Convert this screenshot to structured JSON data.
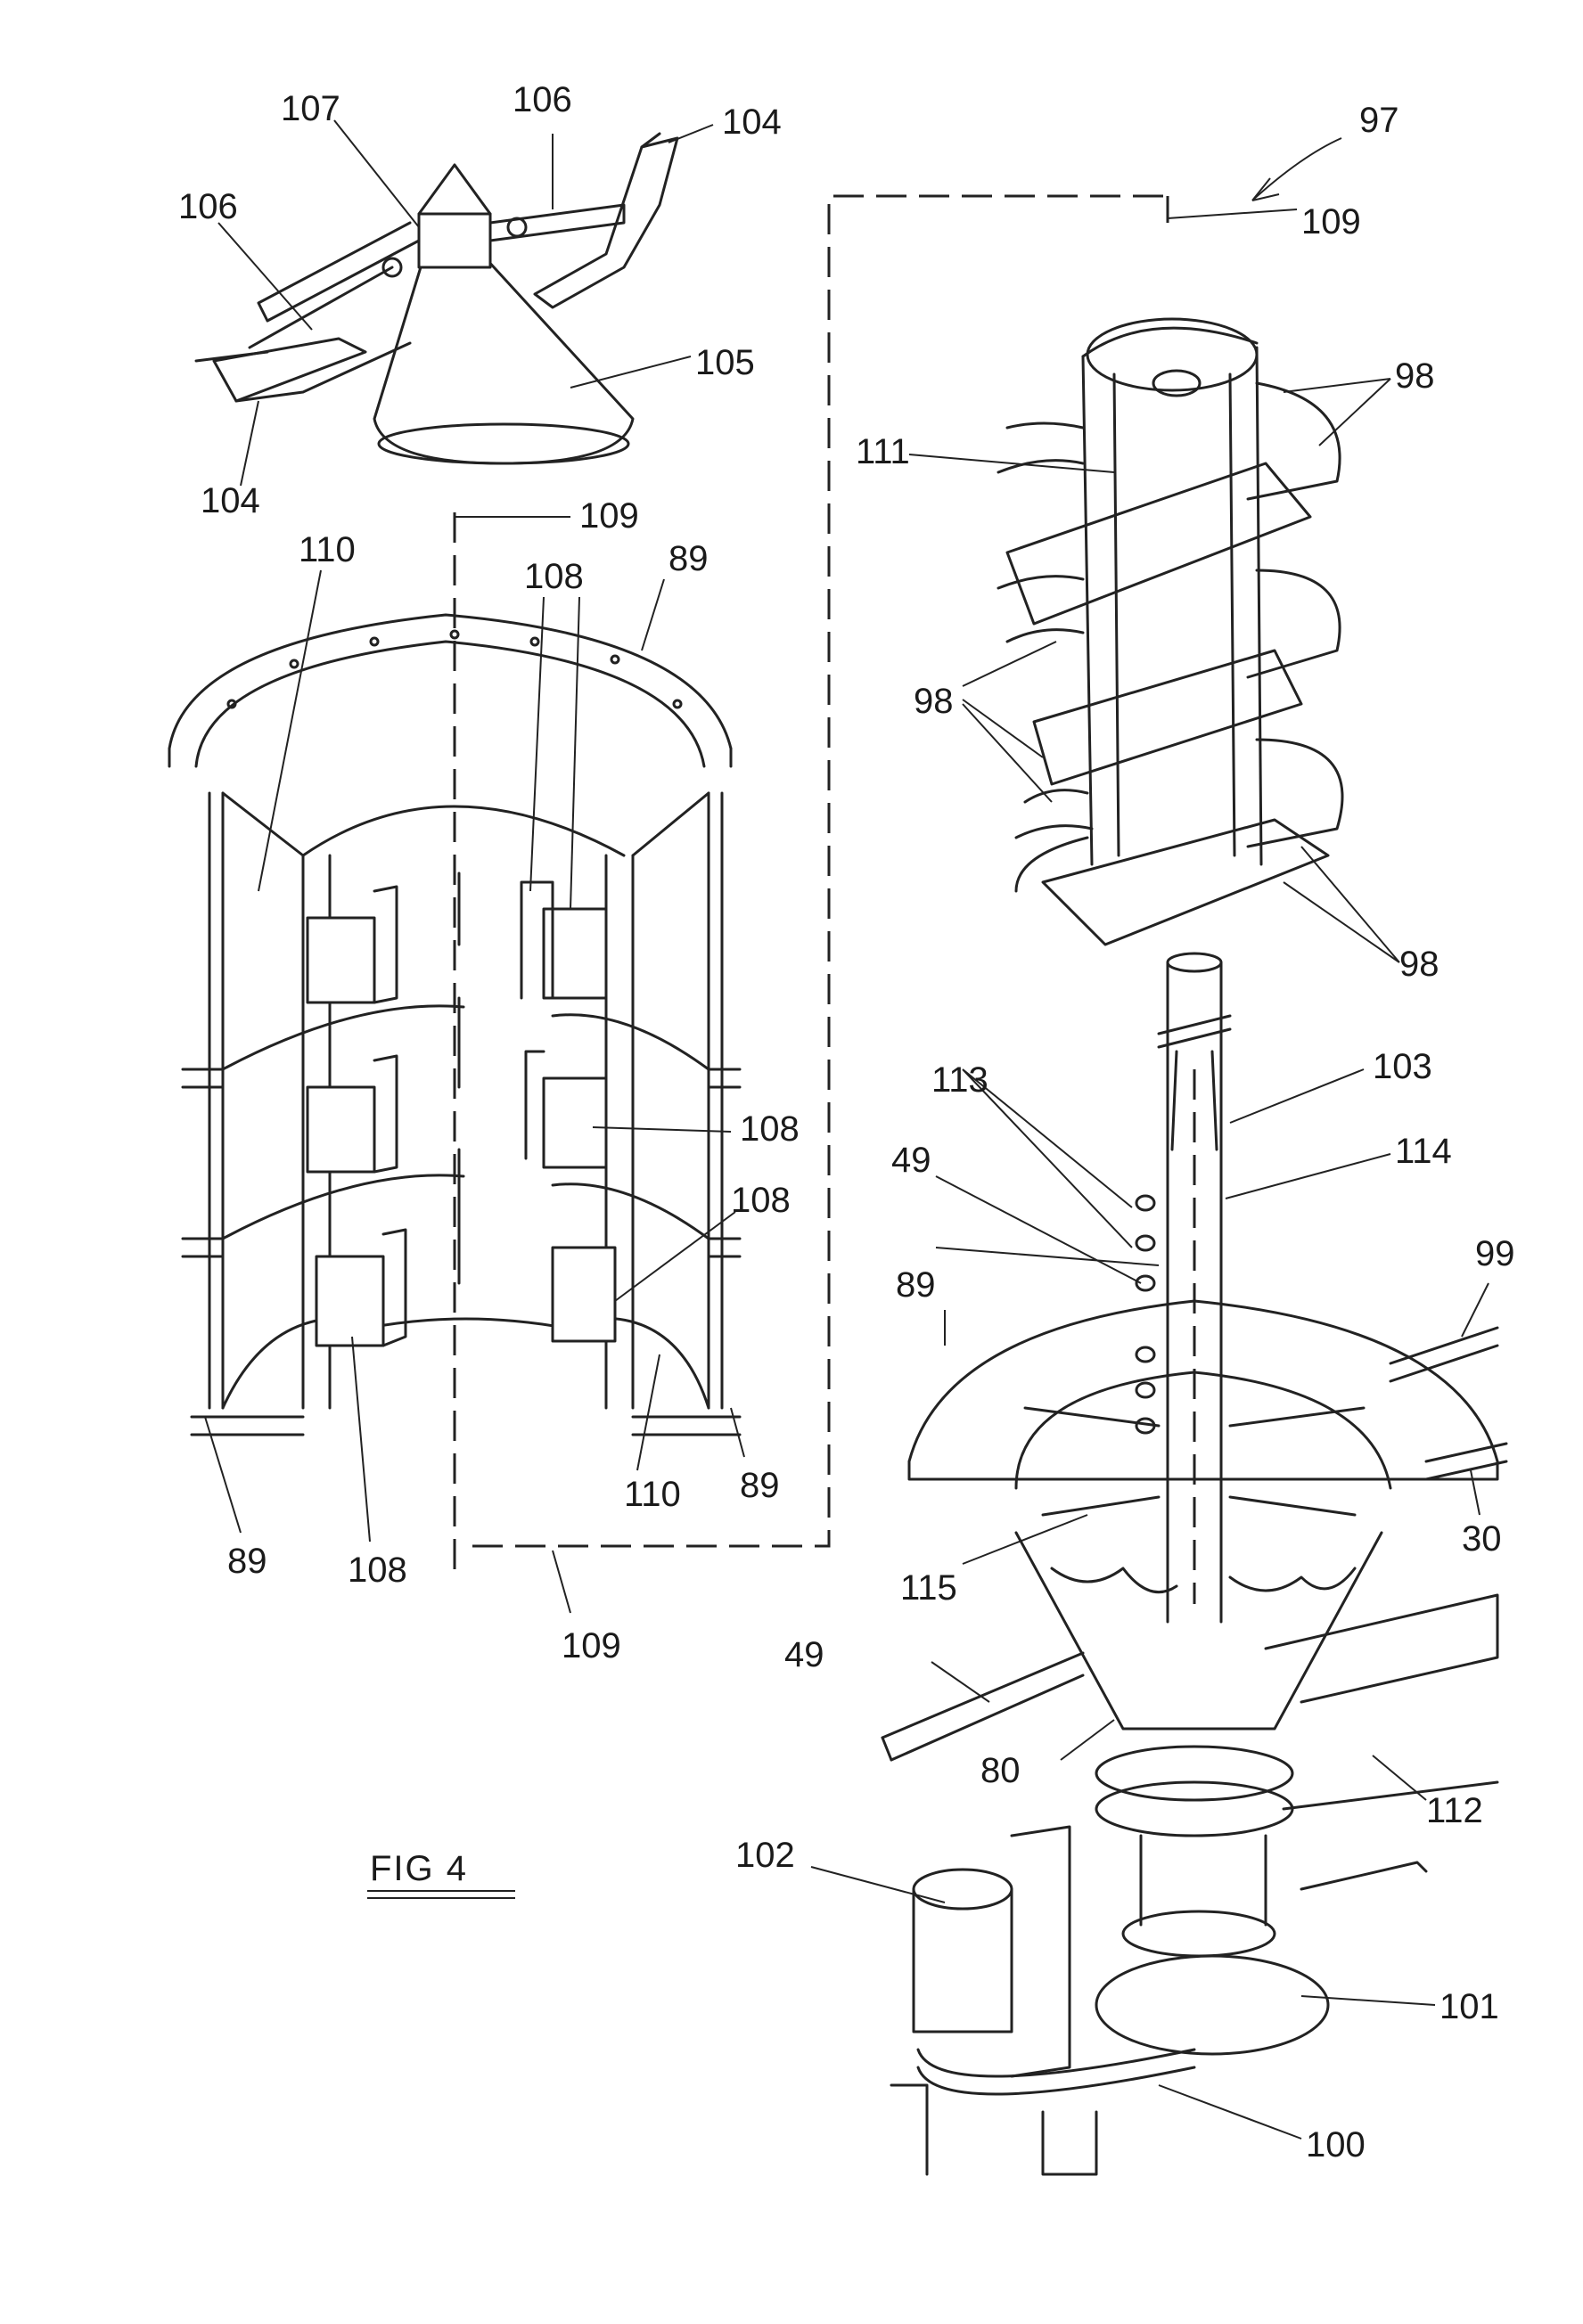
{
  "figure": {
    "caption": "FIG 4",
    "labels": {
      "l97": "97",
      "l104a": "104",
      "l104b": "104",
      "l105": "105",
      "l106a": "106",
      "l106b": "106",
      "l107": "107",
      "l109a": "109",
      "l109b": "109",
      "l109c": "109",
      "l110a": "110",
      "l110b": "110",
      "l108a": "108",
      "l108b": "108",
      "l108c": "108",
      "l108d": "108",
      "l89a": "89",
      "l89b": "89",
      "l89c": "89",
      "l89d": "89",
      "l98a": "98",
      "l98b": "98",
      "l98c": "98",
      "l111": "111",
      "l103": "103",
      "l113": "113",
      "l114": "114",
      "l49a": "49",
      "l49b": "49",
      "l99": "99",
      "l30": "30",
      "l115": "115",
      "l80": "80",
      "l112": "112",
      "l102": "102",
      "l101": "101",
      "l100": "100"
    }
  }
}
